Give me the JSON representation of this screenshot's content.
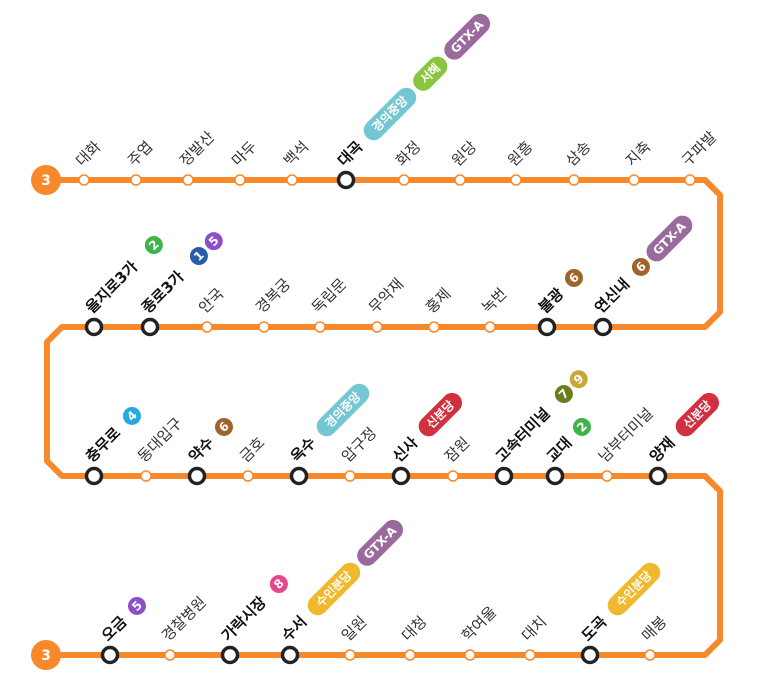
{
  "line": {
    "number": "3",
    "color": "#f7892b"
  },
  "rows": [
    {
      "id": "row1",
      "stations": [
        {
          "name": "대화",
          "major": false
        },
        {
          "name": "주엽",
          "major": false
        },
        {
          "name": "정발산",
          "major": false
        },
        {
          "name": "마두",
          "major": false
        },
        {
          "name": "백석",
          "major": false
        },
        {
          "name": "대곡",
          "major": true,
          "transfers": [
            {
              "kind": "pill",
              "label": "경의중앙",
              "color": "#72c7d2"
            },
            {
              "kind": "pill",
              "label": "서해",
              "color": "#8ac53e"
            },
            {
              "kind": "pill",
              "label": "GTX-A",
              "color": "#9a6a9e"
            }
          ]
        },
        {
          "name": "화정",
          "major": false
        },
        {
          "name": "원당",
          "major": false
        },
        {
          "name": "원흥",
          "major": false
        },
        {
          "name": "삼송",
          "major": false
        },
        {
          "name": "지축",
          "major": false
        },
        {
          "name": "구파발",
          "major": false
        }
      ]
    },
    {
      "id": "row2",
      "stations": [
        {
          "name": "을지로3가",
          "major": true,
          "transfers": [
            {
              "kind": "circle",
              "label": "2",
              "color": "#3cb44a"
            }
          ]
        },
        {
          "name": "종로3가",
          "major": true,
          "transfers": [
            {
              "kind": "circle",
              "label": "1",
              "color": "#2a5caa"
            },
            {
              "kind": "circle",
              "label": "5",
              "color": "#8b50c8"
            }
          ]
        },
        {
          "name": "안국",
          "major": false
        },
        {
          "name": "경복궁",
          "major": false
        },
        {
          "name": "독립문",
          "major": false
        },
        {
          "name": "무악재",
          "major": false
        },
        {
          "name": "홍제",
          "major": false
        },
        {
          "name": "녹번",
          "major": false
        },
        {
          "name": "불광",
          "major": true,
          "transfers": [
            {
              "kind": "circle",
              "label": "6",
              "color": "#a0632a"
            }
          ]
        },
        {
          "name": "연신내",
          "major": true,
          "transfers": [
            {
              "kind": "circle",
              "label": "6",
              "color": "#a0632a"
            },
            {
              "kind": "pill",
              "label": "GTX-A",
              "color": "#9a6a9e"
            }
          ]
        }
      ]
    },
    {
      "id": "row3",
      "stations": [
        {
          "name": "충무로",
          "major": true,
          "transfers": [
            {
              "kind": "circle",
              "label": "4",
              "color": "#26a9e0"
            }
          ]
        },
        {
          "name": "동대입구",
          "major": false
        },
        {
          "name": "약수",
          "major": true,
          "transfers": [
            {
              "kind": "circle",
              "label": "6",
              "color": "#a0632a"
            }
          ]
        },
        {
          "name": "금호",
          "major": false
        },
        {
          "name": "옥수",
          "major": true,
          "transfers": [
            {
              "kind": "pill",
              "label": "경의중앙",
              "color": "#72c7d2"
            }
          ]
        },
        {
          "name": "압구정",
          "major": false
        },
        {
          "name": "신사",
          "major": true,
          "transfers": [
            {
              "kind": "pill",
              "label": "신분당",
              "color": "#d1303f"
            }
          ]
        },
        {
          "name": "잠원",
          "major": false
        },
        {
          "name": "고속터미널",
          "major": true,
          "transfers": [
            {
              "kind": "circle",
              "label": "7",
              "color": "#6b7e1f"
            },
            {
              "kind": "circle",
              "label": "9",
              "color": "#c9a83a"
            }
          ]
        },
        {
          "name": "교대",
          "major": true,
          "transfers": [
            {
              "kind": "circle",
              "label": "2",
              "color": "#3cb44a"
            }
          ]
        },
        {
          "name": "남부터미널",
          "major": false
        },
        {
          "name": "양재",
          "major": true,
          "transfers": [
            {
              "kind": "pill",
              "label": "신분당",
              "color": "#d1303f"
            }
          ]
        }
      ]
    },
    {
      "id": "row4",
      "stations": [
        {
          "name": "오금",
          "major": true,
          "transfers": [
            {
              "kind": "circle",
              "label": "5",
              "color": "#8b50c8"
            }
          ]
        },
        {
          "name": "경찰병원",
          "major": false
        },
        {
          "name": "가락시장",
          "major": true,
          "transfers": [
            {
              "kind": "circle",
              "label": "8",
              "color": "#e8468a"
            }
          ]
        },
        {
          "name": "수서",
          "major": true,
          "transfers": [
            {
              "kind": "pill",
              "label": "수인분당",
              "color": "#f0b82c"
            },
            {
              "kind": "pill",
              "label": "GTX-A",
              "color": "#9a6a9e"
            }
          ]
        },
        {
          "name": "일원",
          "major": false
        },
        {
          "name": "대청",
          "major": false
        },
        {
          "name": "학여울",
          "major": false
        },
        {
          "name": "대치",
          "major": false
        },
        {
          "name": "도곡",
          "major": true,
          "transfers": [
            {
              "kind": "pill",
              "label": "수인분당",
              "color": "#f0b82c"
            }
          ]
        },
        {
          "name": "매봉",
          "major": false
        }
      ]
    }
  ]
}
